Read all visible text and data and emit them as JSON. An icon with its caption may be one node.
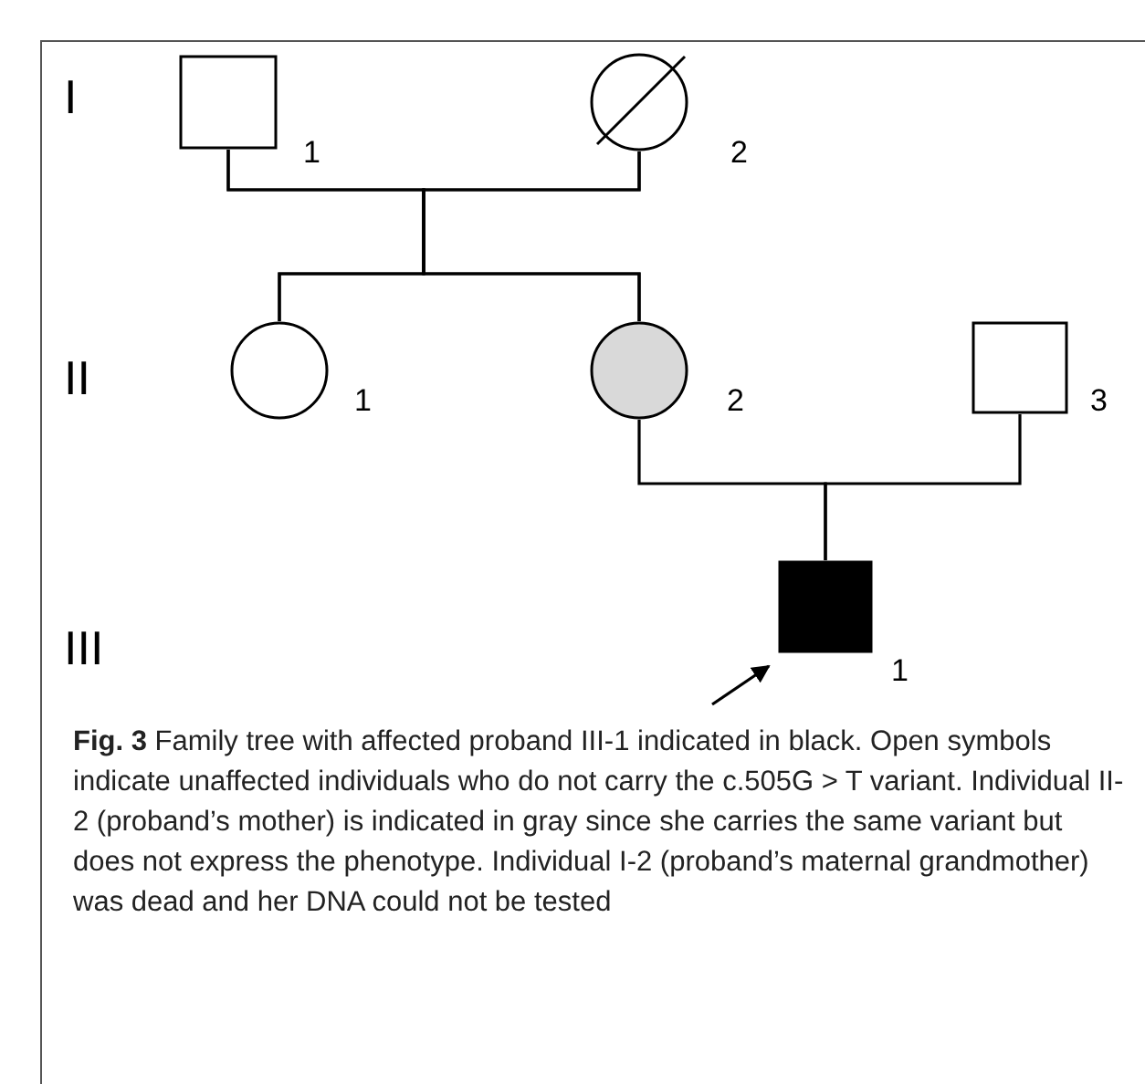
{
  "diagram": {
    "caption": "**Fig. 3** Family tree with affected proband III-1 indicated in black. Open symbols indicate unaffected individuals who do not carry the c.505G > T variant. Individual II-2 (proband’s mother) is indicated in gray since she carries the same variant but does not express the phenotype. Individual I-2 (proband’s maternal grandmother) was dead and her DNA could not be tested",
    "nodes": [
      {
        "text": [],
        "shape": "box",
        "beside": [
          "1"
        ]
      },
      {
        "text": [],
        "shape": "circle",
        "beside": [
          "2"
        ]
      },
      {
        "text": [],
        "shape": "circle",
        "beside": [
          "1"
        ]
      },
      {
        "text": [],
        "shape": "circle",
        "beside": [
          "2"
        ]
      },
      {
        "text": [],
        "shape": "box",
        "beside": [
          "3"
        ]
      },
      {
        "text": [],
        "shape": "box",
        "beside": [
          "1"
        ]
      }
    ],
    "edges": [
      {
        "from": 0,
        "to": 2,
        "arrow": "none"
      },
      {
        "from": 0,
        "to": 3,
        "arrow": "none"
      },
      {
        "from": 1,
        "to": 2,
        "arrow": "none"
      },
      {
        "from": 1,
        "to": 3,
        "arrow": "none"
      },
      {
        "from": 3,
        "to": 5,
        "arrow": "none"
      },
      {
        "from": 4,
        "to": 5,
        "arrow": "none"
      },
      {
        "from": null,
        "to": 5,
        "arrow": "to"
      }
    ],
    "labels": [
      "I",
      "II",
      "III"
    ]
  }
}
